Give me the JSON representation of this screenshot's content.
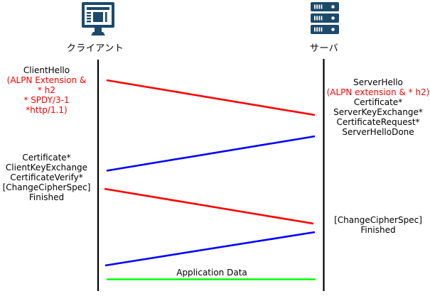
{
  "actors": {
    "client": {
      "label": "クライアント"
    },
    "server": {
      "label": "サーバ"
    }
  },
  "messages": {
    "client_hello": {
      "title": "ClientHello",
      "alpn_lines": [
        "(ALPN Extension &",
        "* h2",
        "* SPDY/3-1",
        "*http/1.1)"
      ]
    },
    "server_hello": {
      "title": "ServerHello",
      "alpn_line": "(ALPN extension & * h2)",
      "items": [
        "Certificate*",
        "ServerKeyExchange*",
        "CertificateRequest*",
        "ServerHelloDone"
      ]
    },
    "client_finished": {
      "items": [
        "Certificate*",
        "ClientKeyExchange",
        "CertificateVerify*",
        "[ChangeCipherSpec]",
        "Finished"
      ]
    },
    "server_finished": {
      "items": [
        "[ChangeCipherSpec]",
        "Finished"
      ]
    },
    "application_data": {
      "label": "Application Data"
    }
  },
  "colors": {
    "client_to_server_arrow": "#ff0000",
    "server_to_client_arrow": "#0000ff",
    "application_data_line": "#00ff00",
    "lifeline": "#000000",
    "highlight_text": "#ff0000",
    "icon_fill": "#1b4a6b",
    "text": "#000000"
  }
}
